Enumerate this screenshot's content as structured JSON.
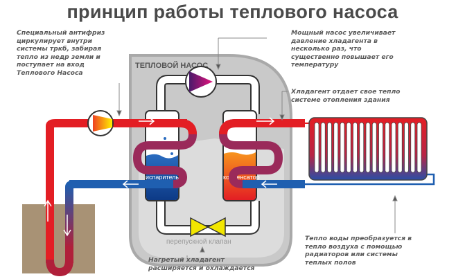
{
  "title": "принцип работы теплового насоса",
  "notes": {
    "antifreeze": "Специальный антифриз\nциркулирует внутри\nсистемы тркб, забирая\nтепло из недр земли и\nпоступает на вход\nТеплового Насоса",
    "compressor": "Мощный насос увеличивает\nдавление хладагента в\nнесколько раз, что\nсущественно повышает его\nтемпературу",
    "refrigerant_heat": "Хладагент отдает свое тепло\nсистеме отопления здания",
    "expansion": "Нагретый хладагент\nрасширяется и охлаждается",
    "radiators": "Тепло воды преобразуется в\nтепло воздуха  с помощью\nрадиаторов или системы\nтеплых полов"
  },
  "labels": {
    "heat_pump": "ТЕПЛОВОЙ НАСОС",
    "evaporator": "испаритель",
    "condenser": "конденсатор",
    "bypass_valve": "перепускной клапан"
  },
  "colors": {
    "hot": "#e31e24",
    "cold": "#1f5fb0",
    "mid": "#8a2a6a",
    "housing": "#c8c8c8",
    "ground": "#a89275",
    "valve": "#f2e600",
    "text": "#5a5a5a"
  },
  "radiator": {
    "fin_count": 17
  }
}
